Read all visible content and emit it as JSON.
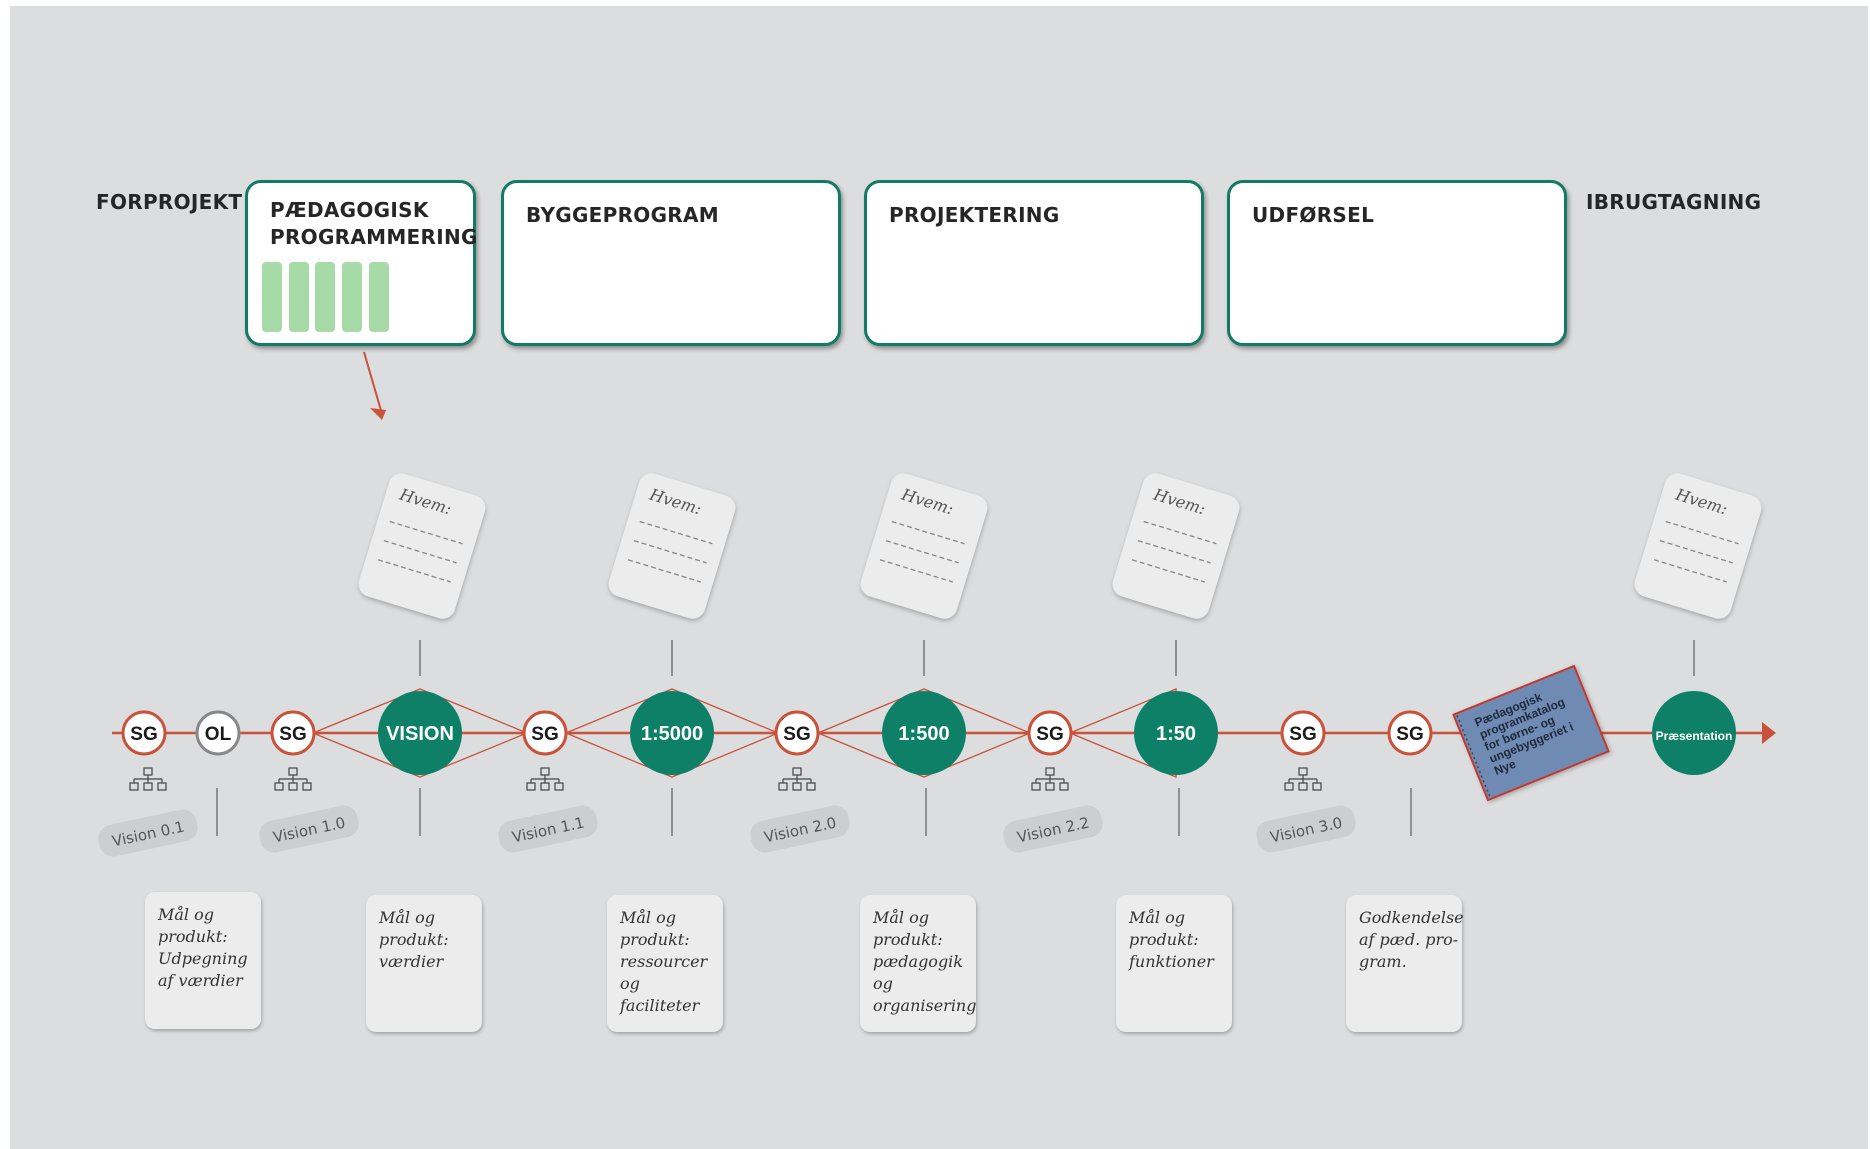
{
  "phases": {
    "forprojekt": "FORPROJEKT",
    "ibrugtagning": "IBRUGTAGNING",
    "boxes": [
      "PÆDAGOGISK\nPROGRAMMERING",
      "BYGGEPROGRAM",
      "PROJEKTERING",
      "UDFØRSEL"
    ]
  },
  "card_heading": "Hvem:",
  "timeline_nodes": [
    {
      "kind": "small",
      "label": "SG"
    },
    {
      "kind": "small",
      "label": "OL"
    },
    {
      "kind": "small",
      "label": "SG"
    },
    {
      "kind": "big",
      "label": "VISION"
    },
    {
      "kind": "small",
      "label": "SG"
    },
    {
      "kind": "big",
      "label": "1:5000"
    },
    {
      "kind": "small",
      "label": "SG"
    },
    {
      "kind": "big",
      "label": "1:500"
    },
    {
      "kind": "small",
      "label": "SG"
    },
    {
      "kind": "big",
      "label": "1:50"
    },
    {
      "kind": "small",
      "label": "SG"
    },
    {
      "kind": "small",
      "label": "SG"
    },
    {
      "kind": "big",
      "label": "Præsentation"
    }
  ],
  "vision_tags": [
    "Vision 0.1",
    "Vision 1.0",
    "Vision 1.1",
    "Vision 2.0",
    "Vision 2.2",
    "Vision 3.0"
  ],
  "notes": [
    "Mål og\nprodukt:\nUdpegning\naf værdier",
    "Mål og\nprodukt:\nværdier",
    "Mål og\nprodukt:\nressourcer og\nfaciliteter",
    "Mål og\nprodukt:\npædagogik\nog organisering",
    "Mål og\nprodukt:\nfunktioner",
    "Godkendelse\naf pæd. pro-\ngram."
  ],
  "catalog_text": "Pædagogisk\nprogramkatalog\nfor børne- og\nungebyggeriet i\nNye",
  "colors": {
    "teal": "#0e8068",
    "line_red": "#c8533a",
    "box_border": "#137a66",
    "bar_green": "#a6dba8",
    "catalog_fill": "#6f8bb3"
  }
}
